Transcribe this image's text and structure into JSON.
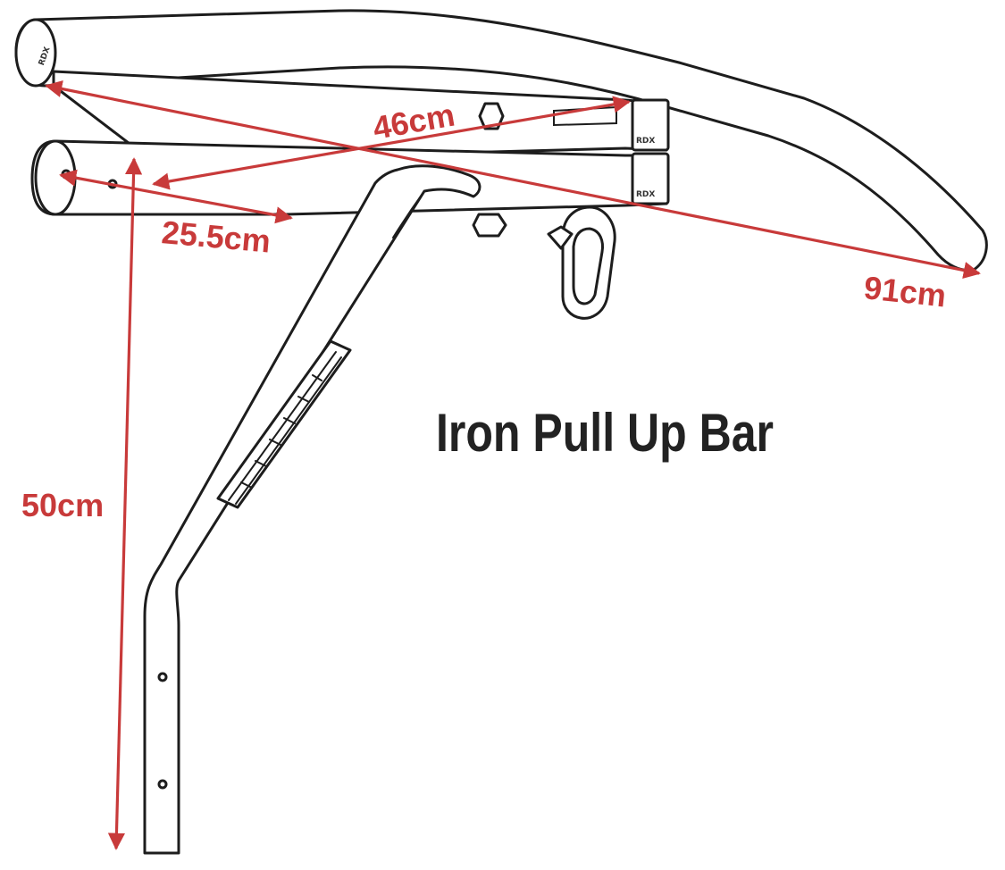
{
  "title": "Iron Pull Up Bar",
  "brand": "RDX",
  "dimensions": {
    "length": "91cm",
    "depth_top": "46cm",
    "depth_arm": "25.5cm",
    "height": "50cm"
  },
  "colors": {
    "dimension": "#c83a3a",
    "outline": "#1d1d1d",
    "title": "#222222"
  }
}
